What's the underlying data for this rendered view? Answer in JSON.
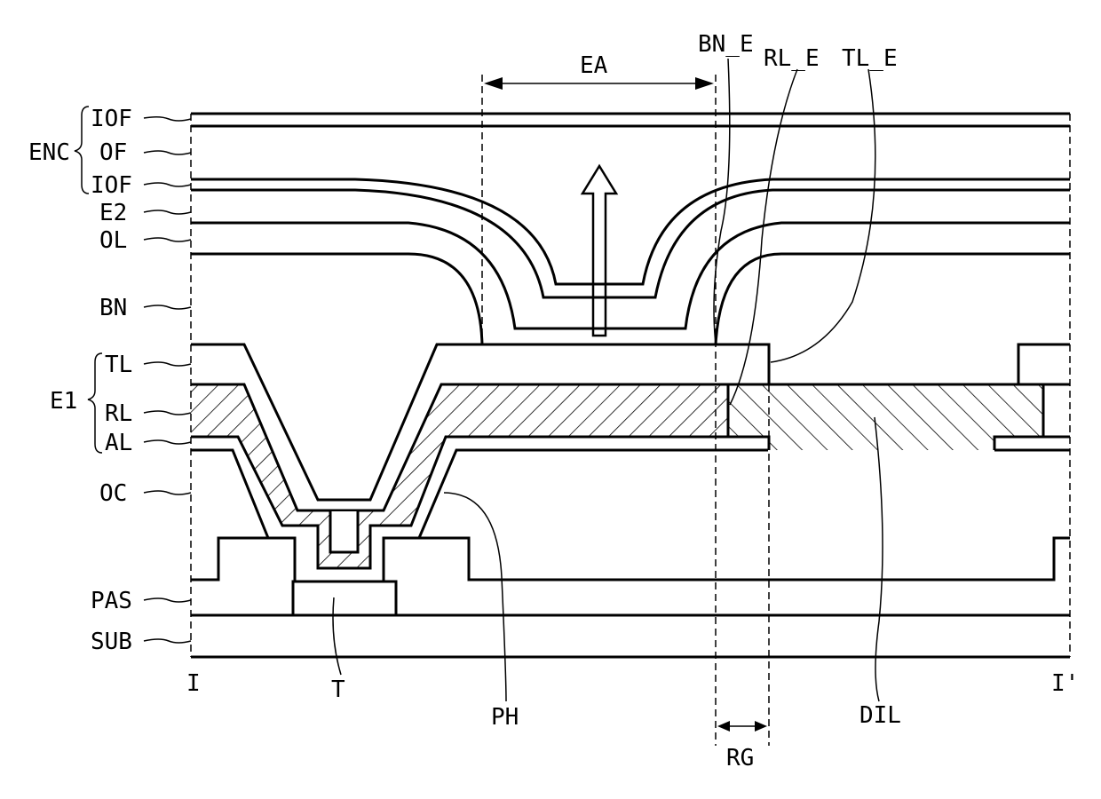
{
  "diagram": {
    "layer_labels": {
      "iof_top": "IOF",
      "of": "OF",
      "iof_bottom": "IOF",
      "e2": "E2",
      "ol": "OL",
      "bn": "BN",
      "tl": "TL",
      "rl": "RL",
      "al": "AL",
      "oc": "OC",
      "pas": "PAS",
      "sub": "SUB"
    },
    "group_labels": {
      "enc": "ENC",
      "e1": "E1"
    },
    "callouts": {
      "ea": "EA",
      "bn_e": "BN_E",
      "rl_e": "RL_E",
      "tl_e": "TL_E",
      "t": "T",
      "ph": "PH",
      "dil": "DIL",
      "rg": "RG"
    },
    "section_marks": {
      "start": "I",
      "end": "I'"
    }
  }
}
